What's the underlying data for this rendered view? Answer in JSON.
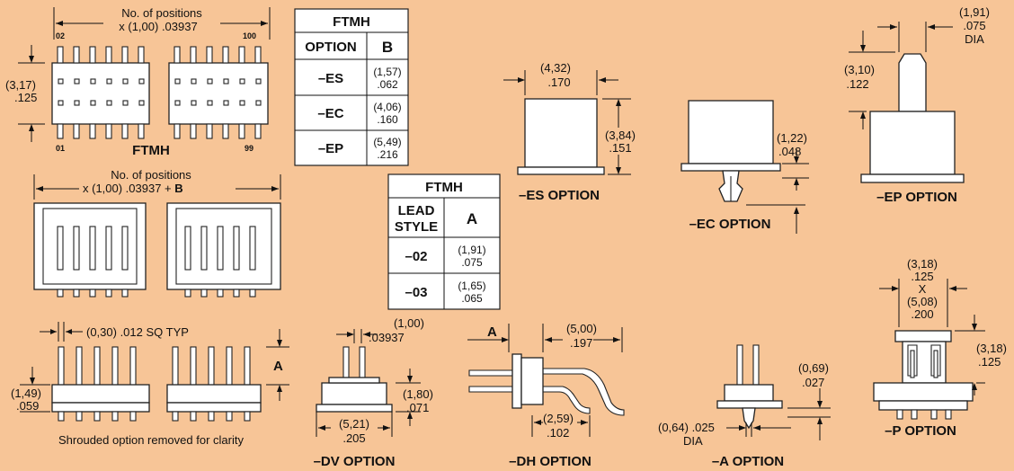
{
  "top_view": {
    "positions_l1": "No. of positions",
    "positions_l2": "x (1,00) .03937",
    "pin_02": "02",
    "pin_100": "100",
    "pin_01": "01",
    "pin_99": "99",
    "height_mm": "(3,17)",
    "height_in": ".125",
    "label": "FTMH"
  },
  "shroud_view": {
    "positions_l1": "No. of positions",
    "positions_l2": "x (1,00) .03937 + ",
    "positions_b": "B"
  },
  "side_view": {
    "sq_typ": "(0,30) .012 SQ TYP",
    "dim_a": "A",
    "height_mm": "(1,49)",
    "height_in": ".059",
    "note": "Shrouded option removed for clarity"
  },
  "table_b": {
    "title": "FTMH",
    "col1": "OPTION",
    "col2": "B",
    "rows": [
      {
        "opt": "–ES",
        "mm": "(1,57)",
        "in": ".062"
      },
      {
        "opt": "–EC",
        "mm": "(4,06)",
        "in": ".160"
      },
      {
        "opt": "–EP",
        "mm": "(5,49)",
        "in": ".216"
      }
    ]
  },
  "table_a": {
    "title": "FTMH",
    "col1_l1": "LEAD",
    "col1_l2": "STYLE",
    "col2": "A",
    "rows": [
      {
        "opt": "–02",
        "mm": "(1,91)",
        "in": ".075"
      },
      {
        "opt": "–03",
        "mm": "(1,65)",
        "in": ".065"
      }
    ]
  },
  "es_option": {
    "w_mm": "(4,32)",
    "w_in": ".170",
    "h_mm": "(3,84)",
    "h_in": ".151",
    "label": "–ES OPTION"
  },
  "ec_option": {
    "d_mm": "(1,22)",
    "d_in": ".048",
    "label": "–EC OPTION"
  },
  "ep_option": {
    "dia_mm": "(1,91)",
    "dia_in": ".075",
    "dia": "DIA",
    "h_mm": "(3,10)",
    "h_in": ".122",
    "label": "–EP OPTION"
  },
  "dv_option": {
    "p_mm": "(1,00)",
    "p_in": ".03937",
    "h_mm": "(1,80)",
    "h_in": ".071",
    "w_mm": "(5,21)",
    "w_in": ".205",
    "label": "–DV OPTION"
  },
  "dh_option": {
    "dim_a": "A",
    "l_mm": "(5,00)",
    "l_in": ".197",
    "h_mm": "(2,59)",
    "h_in": ".102",
    "label": "–DH OPTION"
  },
  "a_option": {
    "h_mm": "(0,69)",
    "h_in": ".027",
    "dia_text": "(0,64) .025",
    "dia": "DIA",
    "label": "–A OPTION"
  },
  "p_option": {
    "s1": "(3,18)",
    "s2": ".125",
    "s3": "X",
    "s4": "(5,08)",
    "s5": ".200",
    "h_mm": "(3,18)",
    "h_in": ".125",
    "label": "–P OPTION"
  }
}
